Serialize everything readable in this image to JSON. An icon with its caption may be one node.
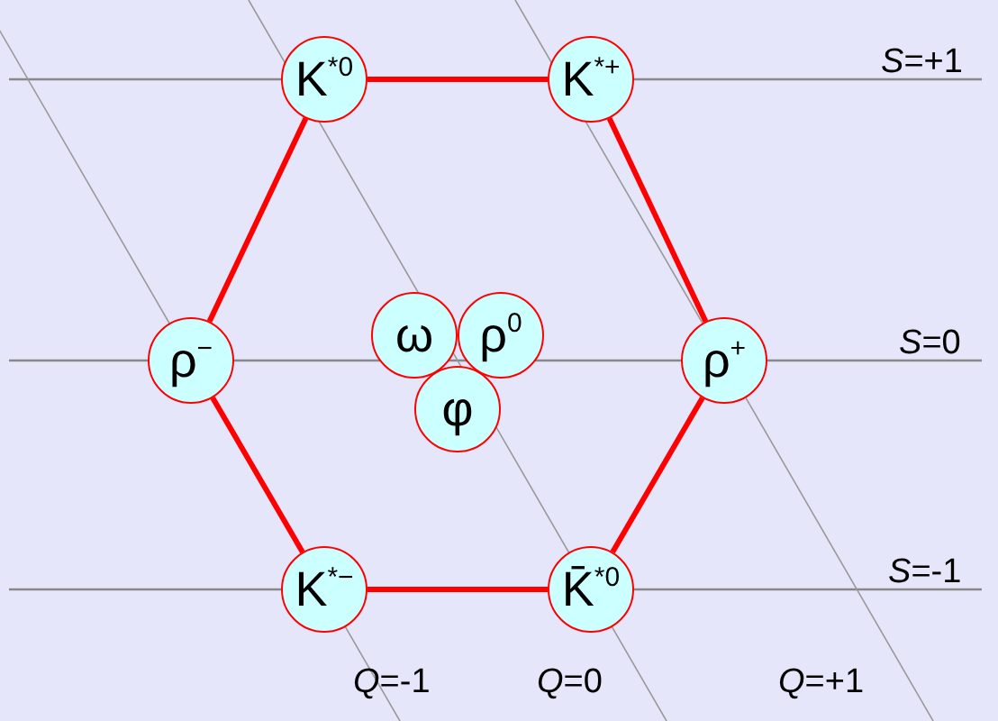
{
  "diagram": {
    "nodes": [
      {
        "text": [
          "K$^{*0}$"
        ]
      },
      {
        "text": [
          "K$^{*+}$"
        ]
      },
      {
        "text": [
          "ρ$^{−}$"
        ]
      },
      {
        "text": [
          "ω"
        ]
      },
      {
        "text": [
          "ρ$^{0}$"
        ]
      },
      {
        "text": [
          "ρ$^{+}$"
        ]
      },
      {
        "text": [
          "φ"
        ]
      },
      {
        "text": [
          "K$^{*−}$"
        ]
      },
      {
        "text": [
          "K̄$^{*0}$"
        ]
      }
    ],
    "edges": [
      {
        "from": 0,
        "to": 1,
        "arrow": "none"
      },
      {
        "from": 1,
        "to": 5,
        "arrow": "none"
      },
      {
        "from": 5,
        "to": 8,
        "arrow": "none"
      },
      {
        "from": 8,
        "to": 7,
        "arrow": "none"
      },
      {
        "from": 7,
        "to": 2,
        "arrow": "none"
      },
      {
        "from": 2,
        "to": 0,
        "arrow": "none"
      }
    ],
    "labels": [
      "*S*=+1",
      "*S*=0",
      "*S*=-1",
      "*Q*=-1",
      "*Q*=0",
      "*Q*=+1"
    ]
  }
}
